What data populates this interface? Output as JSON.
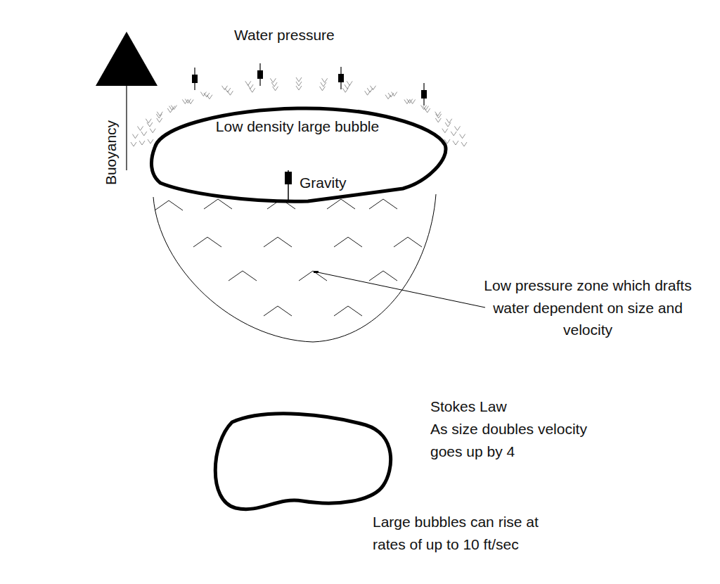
{
  "diagram": {
    "nodes": [
      {
        "text": [
          "Low density large bubble",
          "Gravity"
        ]
      }
    ],
    "labels": [
      "Water pressure",
      "Buoyancy",
      "Low pressure zone which drafts water dependent on size and velocity",
      "Stokes Law",
      "As size doubles velocity goes up by 4",
      "Large bubbles can rise at rates of up to 10 ft/sec"
    ]
  }
}
